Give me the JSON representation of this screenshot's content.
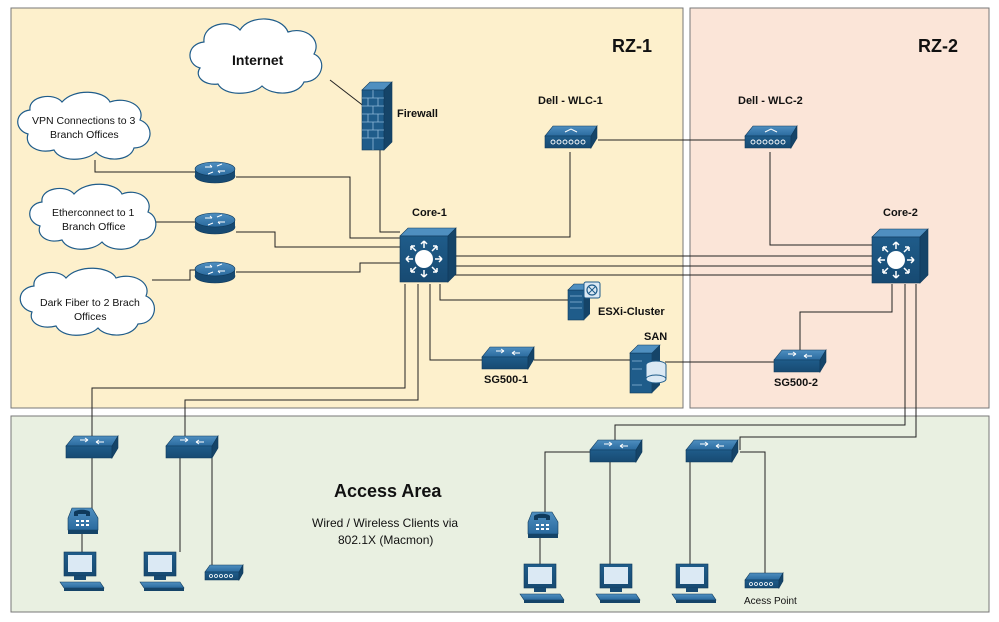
{
  "zones": {
    "rz1": "RZ-1",
    "rz2": "RZ-2",
    "access_title": "Access Area",
    "access_desc_1": "Wired / Wireless Clients via",
    "access_desc_2": "802.1X (Macmon)"
  },
  "clouds": {
    "internet": "Internet",
    "vpn_1": "VPN Connections to 3",
    "vpn_2": "Branch Offices",
    "ether_1": "Etherconnect to 1",
    "ether_2": "Branch Office",
    "dark_1": "Dark Fiber to 2 Brach",
    "dark_2": "Offices"
  },
  "devices": {
    "firewall": "Firewall",
    "wlc1": "Dell - WLC-1",
    "wlc2": "Dell - WLC-2",
    "core1": "Core-1",
    "core2": "Core-2",
    "esxi": "ESXi-Cluster",
    "san": "SAN",
    "sg500_1": "SG500-1",
    "sg500_2": "SG500-2",
    "access_point": "Acess Point"
  },
  "colors": {
    "rz1_fill": "#fdf0cc",
    "rz2_fill": "#fbe5d8",
    "access_fill": "#e9f0e1",
    "device_blue": "#1f5c8a"
  }
}
